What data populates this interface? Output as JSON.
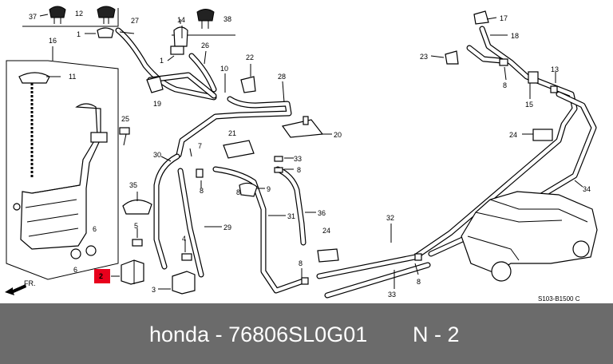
{
  "footer": {
    "part_number": "honda - 76806SL0G01",
    "page": "N - 2"
  },
  "diagram": {
    "ref_code": "S103-B1500 C",
    "front_marker": "FR.",
    "highlighted_callout": "2",
    "highlight_color": "#e8001c",
    "callouts": [
      "37",
      "12",
      "1",
      "16",
      "11",
      "25",
      "6",
      "6",
      "2",
      "3",
      "27",
      "14",
      "38",
      "1",
      "26",
      "10",
      "19",
      "22",
      "28",
      "30",
      "7",
      "8",
      "21",
      "20",
      "33",
      "8",
      "9",
      "35",
      "31",
      "36",
      "29",
      "5",
      "4",
      "24",
      "32",
      "8",
      "33",
      "8",
      "17",
      "18",
      "23",
      "8",
      "13",
      "15",
      "24",
      "34",
      "8"
    ]
  }
}
